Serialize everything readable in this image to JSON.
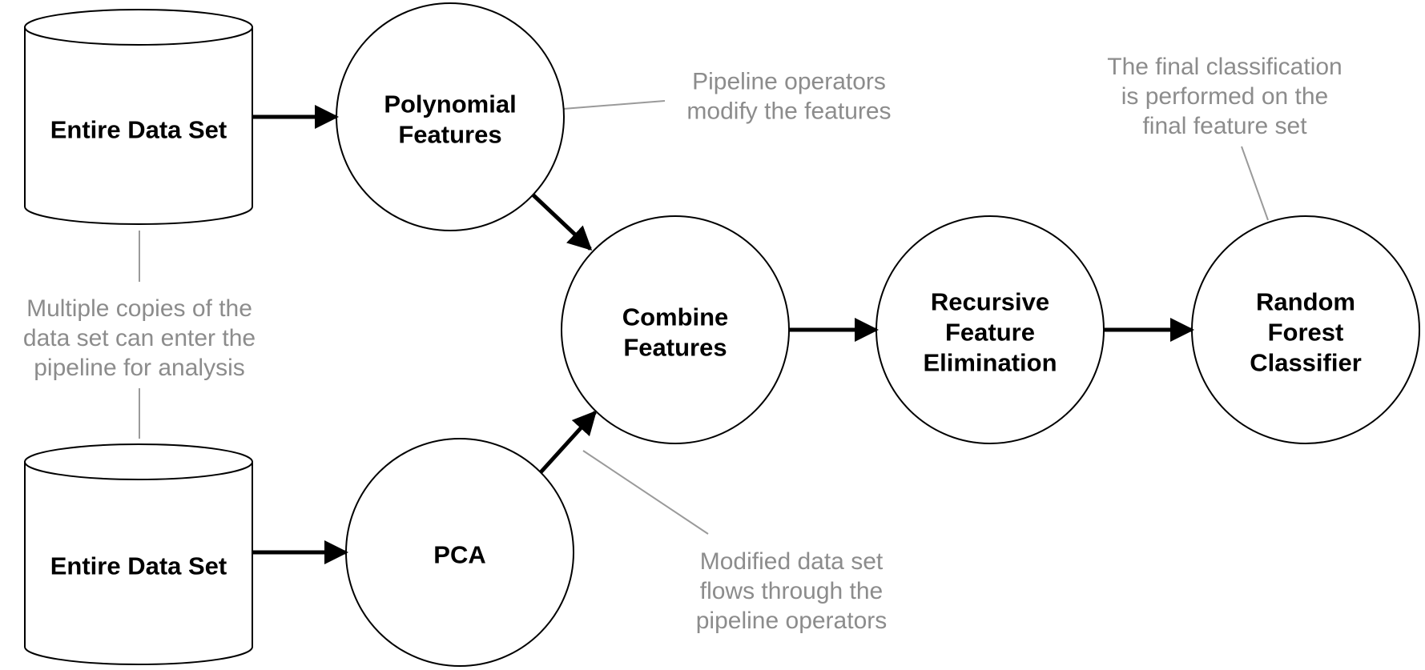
{
  "nodes": {
    "data_top": {
      "lines": [
        "Entire Data Set"
      ]
    },
    "data_bottom": {
      "lines": [
        "Entire Data Set"
      ]
    },
    "poly": {
      "lines": [
        "Polynomial",
        "Features"
      ]
    },
    "pca": {
      "lines": [
        "PCA"
      ]
    },
    "combine": {
      "lines": [
        "Combine",
        "Features"
      ]
    },
    "rfe": {
      "lines": [
        "Recursive",
        "Feature",
        "Elimination"
      ]
    },
    "rf": {
      "lines": [
        "Random",
        "Forest",
        "Classifier"
      ]
    }
  },
  "edges": [
    {
      "from": "data_top",
      "to": "poly"
    },
    {
      "from": "data_bottom",
      "to": "pca"
    },
    {
      "from": "poly",
      "to": "combine"
    },
    {
      "from": "pca",
      "to": "combine"
    },
    {
      "from": "combine",
      "to": "rfe"
    },
    {
      "from": "rfe",
      "to": "rf"
    }
  ],
  "annotations": {
    "copies": {
      "lines": [
        "Multiple copies of the",
        "data set can enter the",
        "pipeline for analysis"
      ]
    },
    "operators": {
      "lines": [
        "Pipeline operators",
        "modify the features"
      ]
    },
    "flow": {
      "lines": [
        "Modified data set",
        "flows through the",
        "pipeline operators"
      ]
    },
    "final": {
      "lines": [
        "The final classification",
        "is performed on the",
        "final feature set"
      ]
    }
  },
  "colors": {
    "node_stroke": "#000000",
    "edge": "#000000",
    "annotation_text": "#8c8c8c",
    "leader_line": "#9a9a9a",
    "background": "#ffffff"
  }
}
